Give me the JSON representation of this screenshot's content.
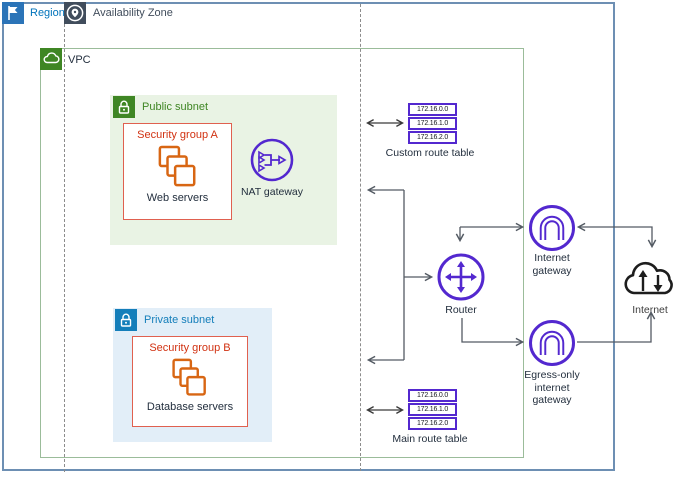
{
  "region": {
    "label": "Region"
  },
  "availability_zone": {
    "label": "Availability Zone"
  },
  "vpc": {
    "label": "VPC"
  },
  "public_subnet": {
    "label": "Public subnet",
    "security_group": {
      "title": "Security group A",
      "caption": "Web servers"
    }
  },
  "private_subnet": {
    "label": "Private subnet",
    "security_group": {
      "title": "Security group B",
      "caption": "Database servers"
    }
  },
  "nat_gateway": {
    "label": "NAT gateway"
  },
  "custom_route_table": {
    "label": "Custom route table",
    "entries": [
      "172.16.0.0",
      "172.16.1.0",
      "172.16.2.0"
    ]
  },
  "main_route_table": {
    "label": "Main route table",
    "entries": [
      "172.16.0.0",
      "172.16.1.0",
      "172.16.2.0"
    ]
  },
  "router": {
    "label": "Router"
  },
  "internet_gateway": {
    "label": "Internet gateway"
  },
  "egress_only_internet_gateway": {
    "label": "Egress-only internet gateway"
  },
  "internet": {
    "label": "Internet"
  },
  "icons": {
    "region": "flag-icon",
    "availability_zone": "location-pin-icon",
    "vpc": "cloud-icon",
    "public_subnet": "lock-icon",
    "private_subnet": "lock-icon",
    "servers": "stacked-squares-icon",
    "nat_gateway": "merge-arrows-circle-icon",
    "router": "cross-arrows-circle-icon",
    "internet_gateway": "arch-circle-icon",
    "internet": "cloud-updown-arrows-icon"
  },
  "colors": {
    "region-border": "#6d8fb3",
    "region-blue": "#0073bb",
    "az-slate": "#414d5c",
    "vpc-border": "#9bbc9a",
    "aws-green": "#3f8624",
    "subnet-green-bg": "#e9f3e4",
    "aws-blue": "#147eba",
    "subnet-blue-bg": "#e2eef8",
    "sg-red": "#d13212",
    "orange": "#d86613",
    "purple": "#5328cf",
    "line": "#545b64"
  }
}
